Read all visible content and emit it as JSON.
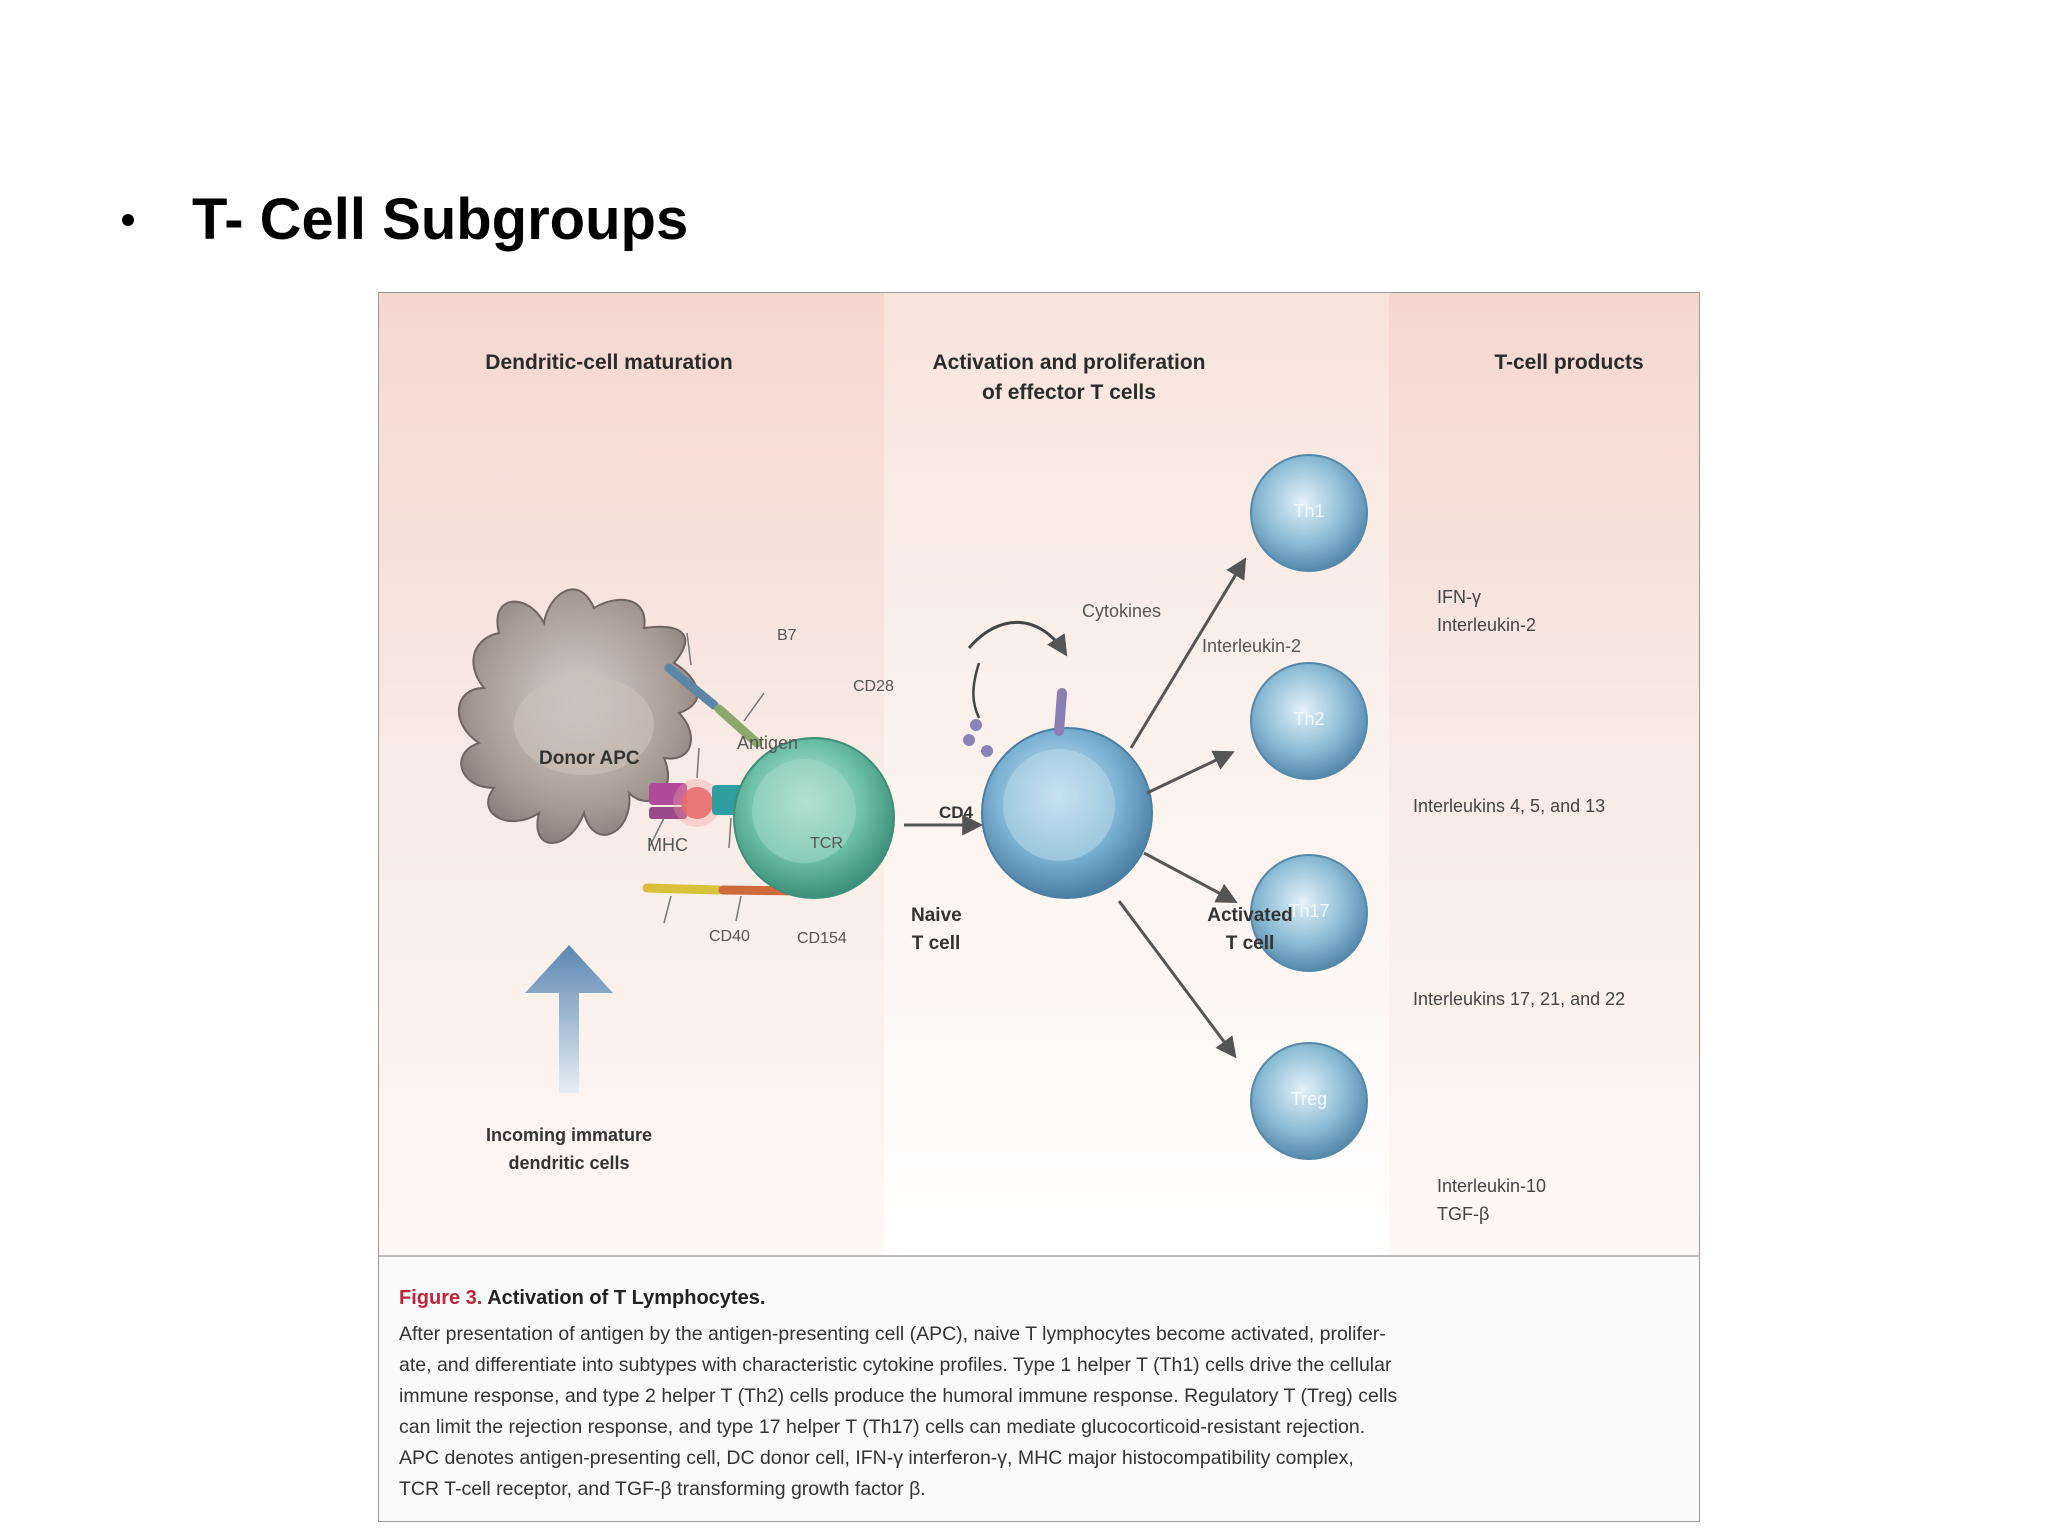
{
  "slide": {
    "title": "T- Cell Subgroups"
  },
  "figure": {
    "headers": {
      "col1": "Dendritic-cell maturation",
      "col2_line1": "Activation and proliferation",
      "col2_line2": "of effector T cells",
      "col3": "T-cell products"
    },
    "apc": {
      "label": "Donor APC",
      "b7": "B7",
      "cd28": "CD28",
      "antigen": "Antigen",
      "mhc": "MHC",
      "tcr": "TCR",
      "cd40": "CD40",
      "cd154": "CD154"
    },
    "naive": {
      "cell_label": "CD4",
      "line1": "Naive",
      "line2": "T cell"
    },
    "activated": {
      "line1": "Activated",
      "line2": "T cell"
    },
    "cytokines": "Cytokines",
    "interleukin2": "Interleukin-2",
    "incoming": {
      "line1": "Incoming immature",
      "line2": "dendritic cells"
    },
    "subsets": [
      {
        "name": "Th1",
        "line1": "IFN-γ",
        "line2": "Interleukin-2"
      },
      {
        "name": "Th2",
        "line1": "Interleukins 4, 5, and 13",
        "line2": ""
      },
      {
        "name": "Th17",
        "line1": "Interleukins 17, 21, and 22",
        "line2": ""
      },
      {
        "name": "Treg",
        "line1": "Interleukin-10",
        "line2": "TGF-β"
      }
    ],
    "caption": {
      "fig_no": "Figure 3.",
      "title": "Activation of T Lymphocytes.",
      "lines": [
        "After presentation of antigen by the antigen-presenting cell (APC), naive T lymphocytes become activated, prolifer-",
        "ate, and differentiate into subtypes with characteristic cytokine profiles. Type 1 helper T (Th1) cells drive the cellular",
        "immune response, and type 2 helper T (Th2) cells produce the humoral immune response. Regulatory T (Treg) cells",
        "can limit the rejection response, and type 17 helper T (Th17) cells can mediate glucocorticoid-resistant rejection.",
        "APC denotes antigen-presenting cell, DC donor cell, IFN-γ interferon-γ, MHC major histocompatibility complex,",
        "TCR T-cell receptor, and TGF-β transforming growth factor β."
      ]
    }
  },
  "colors": {
    "panel_bg_top": "#f3d9d0",
    "naive_cell": "#5fb79d",
    "activated_cell": "#6fa3c7",
    "subset_cell": "#7fb3cf",
    "incoming_arrow": "#6d93b8",
    "caption_accent": "#c0243b"
  }
}
